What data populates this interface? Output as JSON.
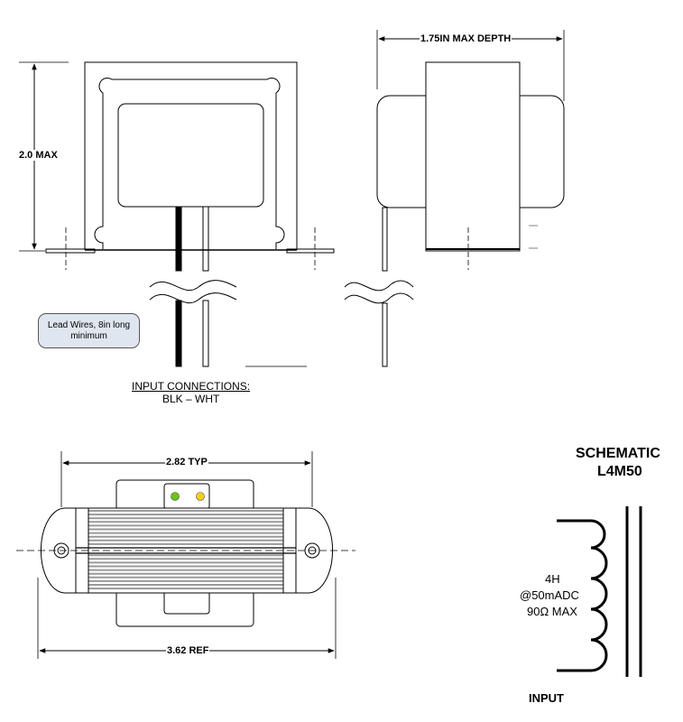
{
  "dimensions": {
    "height_max": "2.0 MAX",
    "depth_max": "1.75IN  MAX DEPTH",
    "mount_spacing": "2.82 TYP",
    "overall_length": "3.62 REF"
  },
  "lead_wires_note": "Lead Wires, 8in long minimum",
  "input_connections": {
    "title": "INPUT CONNECTIONS:",
    "wires": "BLK – WHT"
  },
  "schematic": {
    "title": "SCHEMATIC",
    "model": "L4M50",
    "inductance": "4H",
    "current": "@50mADC",
    "resistance": "90Ω MAX",
    "port_label": "INPUT"
  },
  "colors": {
    "line": "#000000",
    "callout_fill": "#dfe6f0",
    "led_green": "#6cc417",
    "led_yellow": "#f2cf1f",
    "winding_stripe": "#9a9a9a"
  }
}
